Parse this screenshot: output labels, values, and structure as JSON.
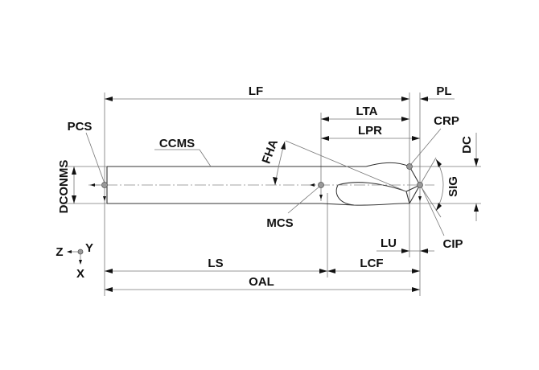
{
  "diagram": {
    "type": "technical-drawing",
    "subject": "solid drill dimensioning (ISO 13399 style)",
    "dimensions": {
      "lf": "LF",
      "pl": "PL",
      "lta": "LTA",
      "lpr": "LPR",
      "dc": "DC",
      "sig": "SIG",
      "dconms": "DCONMS",
      "ls": "LS",
      "lcf": "LCF",
      "lu": "LU",
      "oal": "OAL",
      "fha": "FHA"
    },
    "reference_points": {
      "pcs": "PCS",
      "ccms": "CCMS",
      "mcs": "MCS",
      "crp": "CRP",
      "cip": "CIP"
    },
    "axes": {
      "z": "Z",
      "y": "Y",
      "x": "X"
    }
  }
}
